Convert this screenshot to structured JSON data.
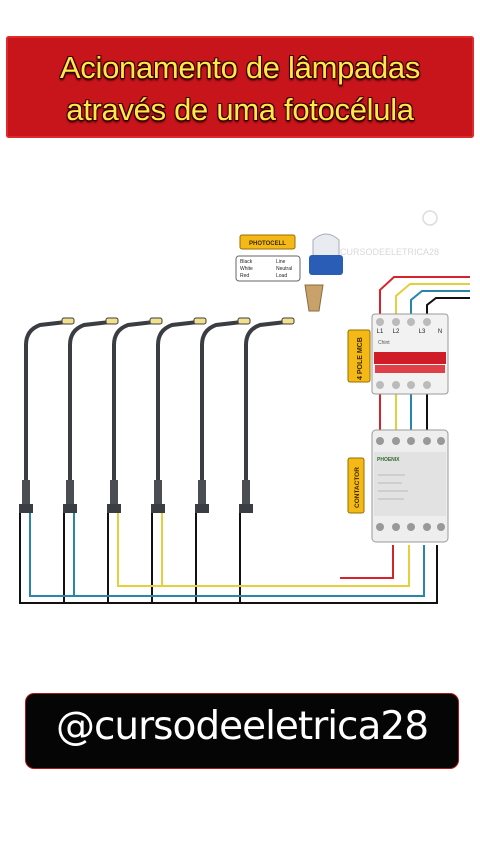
{
  "title": {
    "line1": "Acionamento de lâmpadas",
    "line2": "através de uma fotocélula"
  },
  "photocell": {
    "label": "PHOTOCELL",
    "legend": [
      {
        "wire": "Black",
        "terminal": "Line"
      },
      {
        "wire": "White",
        "terminal": "Neutral"
      },
      {
        "wire": "Red",
        "terminal": "Load"
      }
    ]
  },
  "mcb": {
    "label": "4 POLE MCB",
    "terminals": [
      "L1",
      "L2",
      "L3",
      "N"
    ],
    "brand": "Chint"
  },
  "contactor": {
    "label": "CONTACTOR",
    "brand": "PHOENIX"
  },
  "watermark": "CURSODEELETRICA28",
  "handle": "@cursodeeletrica28",
  "colors": {
    "red": "#c8141b",
    "yellow": "#ffe94a",
    "wire_black": "#111111",
    "wire_blue": "#2a86a8",
    "wire_yellow": "#e6cf3c",
    "wire_red": "#d6232a"
  }
}
